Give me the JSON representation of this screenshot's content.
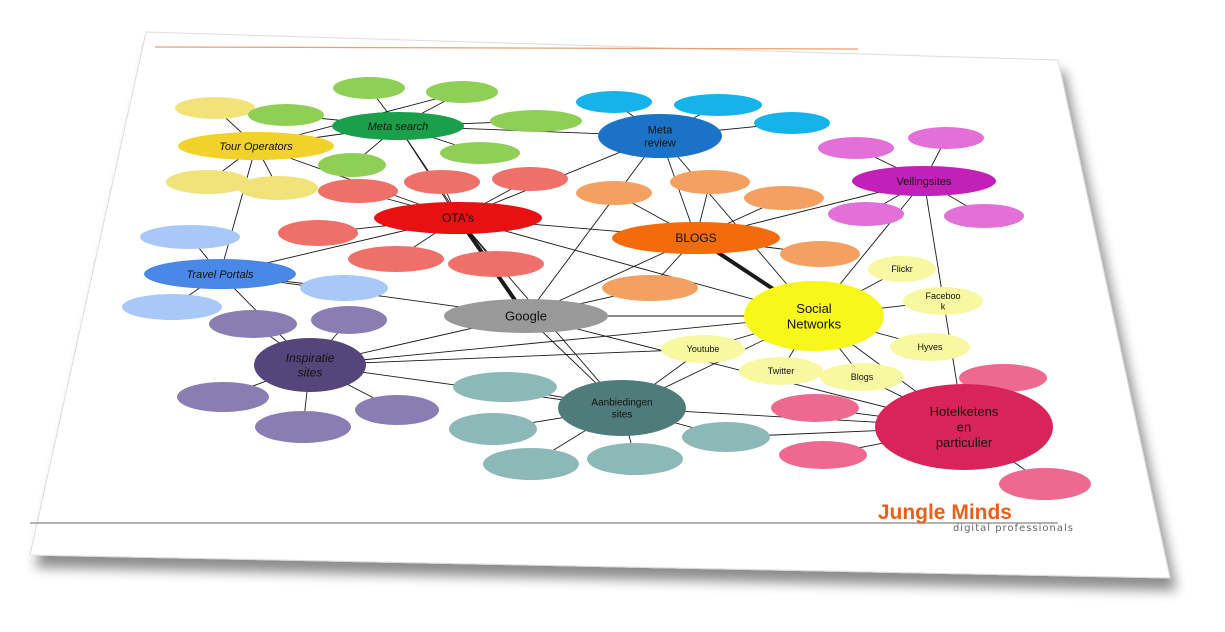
{
  "nodes": [
    {
      "id": "tour-operators",
      "label": "Tour Operators",
      "color": "#f2d22a",
      "italic": true
    },
    {
      "id": "meta-search",
      "label": "Meta search",
      "color": "#1aa04a",
      "italic": true
    },
    {
      "id": "meta-review",
      "label": "Meta\nreview",
      "color": "#1a73c6"
    },
    {
      "id": "veilingsites",
      "label": "Veilingsites",
      "color": "#c31fb9"
    },
    {
      "id": "otas",
      "label": "OTA's",
      "color": "#e81010"
    },
    {
      "id": "blogs",
      "label": "BLOGS",
      "color": "#f46b0c"
    },
    {
      "id": "travel-portals",
      "label": "Travel Portals",
      "color": "#4a88e8",
      "italic": true
    },
    {
      "id": "google",
      "label": "Google",
      "color": "#999999"
    },
    {
      "id": "social-networks",
      "label": "Social\nNetworks",
      "color": "#f7f71a"
    },
    {
      "id": "flickr",
      "label": "Flickr",
      "color": "#f8f8a0"
    },
    {
      "id": "facebook",
      "label": "Faceboo\nk",
      "color": "#f8f8a0"
    },
    {
      "id": "hyves",
      "label": "Hyves",
      "color": "#f8f8a0"
    },
    {
      "id": "youtube",
      "label": "Youtube",
      "color": "#f8f8a0"
    },
    {
      "id": "twitter",
      "label": "Twitter",
      "color": "#f8f8a0"
    },
    {
      "id": "blogs-small",
      "label": "Blogs",
      "color": "#f8f8a0"
    },
    {
      "id": "inspiratie-sites",
      "label": "Inspiratie\nsites",
      "color": "#55457a",
      "italic": true
    },
    {
      "id": "aanbiedingen-sites",
      "label": "Aanbiedingen\nsites",
      "color": "#4f7c7b"
    },
    {
      "id": "hotelketens",
      "label": "Hotelketens\nen\nparticulier",
      "color": "#d9245a"
    }
  ],
  "logo": {
    "name": "Jungle Minds",
    "tagline": "digital professionals",
    "color": "#e8601c"
  }
}
